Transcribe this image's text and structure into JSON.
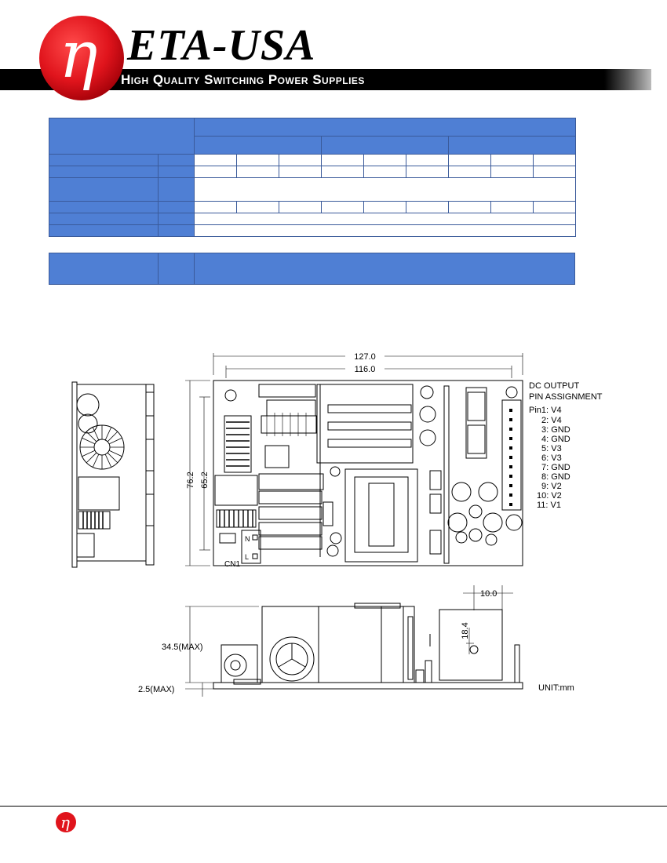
{
  "header": {
    "brand": "ETA-USA",
    "tagline": "High Quality Switching Power Supplies",
    "logo_glyph": "η",
    "logo_color": "#e0141c"
  },
  "drawing": {
    "dim_overall_length": "127.0",
    "dim_hole_spacing_length": "116.0",
    "dim_overall_width": "76.2",
    "dim_hole_spacing_width": "65.2",
    "dim_height": "34.5(MAX)",
    "dim_pin_height": "2.5(MAX)",
    "dim_top_offset": "10.0",
    "dim_side_offset": "18.4",
    "unit": "UNIT:mm",
    "connector_input_label": "CN1",
    "connector_n": "N",
    "connector_l": "L",
    "pin_title_1": "DC OUTPUT",
    "pin_title_2": "PIN ASSIGNMENT",
    "pins": [
      "Pin1: V4",
      "2: V4",
      "3: GND",
      "4: GND",
      "5: V3",
      "6: V3",
      "7: GND",
      "8: GND",
      "9: V2",
      "10: V2",
      "11: V1"
    ]
  },
  "colors": {
    "table_header": "#4f7fd4",
    "table_border": "#3a5a9a"
  }
}
